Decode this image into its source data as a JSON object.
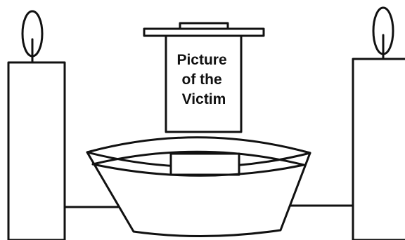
{
  "diagram": {
    "label_lines": [
      "Picture",
      "of the",
      "Victim"
    ]
  },
  "elements": [
    {
      "name": "left-candle",
      "icon": "candle-icon"
    },
    {
      "name": "left-flame",
      "icon": "flame-icon"
    },
    {
      "name": "right-candle",
      "icon": "candle-icon"
    },
    {
      "name": "right-flame",
      "icon": "flame-icon"
    },
    {
      "name": "picture-frame",
      "icon": "picture-frame-icon"
    },
    {
      "name": "bowl",
      "icon": "bowl-icon"
    }
  ]
}
